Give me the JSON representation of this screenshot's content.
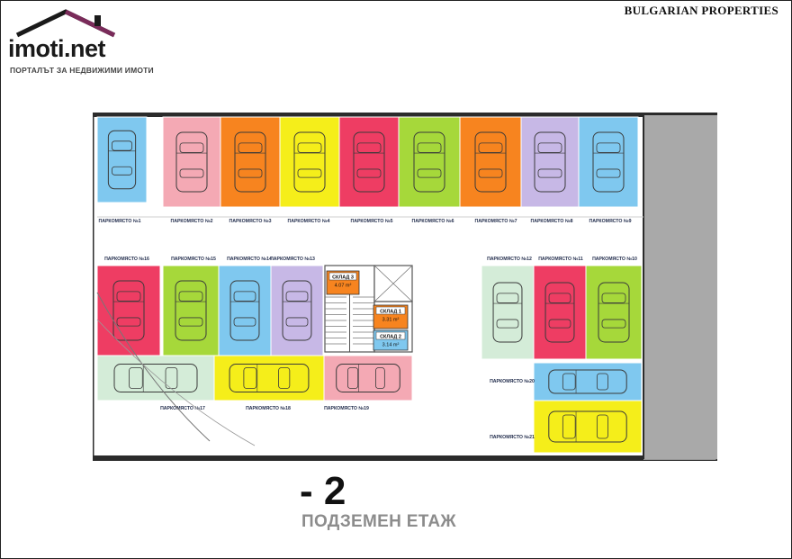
{
  "brand": {
    "logo_text": "imoti.net",
    "tagline": "ПОРТАЛЪТ ЗА НЕДВИЖИМИ ИМОТИ",
    "right_label": "BULGARIAN PROPERTIES",
    "accent_color": "#c0392b"
  },
  "floor": {
    "number": "- 2",
    "title": "ПОДЗЕМЕН ЕТАЖ"
  },
  "spots": [
    {
      "label": "ПАРКОМЯСТО №1",
      "color": "#7fc8ef"
    },
    {
      "label": "ПАРКОМЯСТО №2",
      "color": "#f4a9b4"
    },
    {
      "label": "ПАРКОМЯСТО №3",
      "color": "#f7841f"
    },
    {
      "label": "ПАРКОМЯСТО №4",
      "color": "#f5ee1a"
    },
    {
      "label": "ПАРКОМЯСТО №5",
      "color": "#ee3d63"
    },
    {
      "label": "ПАРКОМЯСТО №6",
      "color": "#a6d83a"
    },
    {
      "label": "ПАРКОМЯСТО №7",
      "color": "#f7841f"
    },
    {
      "label": "ПАРКОМЯСТО №8",
      "color": "#c7b8e6"
    },
    {
      "label": "ПАРКОМЯСТО №9",
      "color": "#7fc8ef"
    },
    {
      "label": "ПАРКОМЯСТО №10",
      "color": "#a6d83a"
    },
    {
      "label": "ПАРКОМЯСТО №11",
      "color": "#ee3d63"
    },
    {
      "label": "ПАРКОМЯСТО №12",
      "color": "#d4ecd8"
    },
    {
      "label": "ПАРКОМЯСТО №13",
      "color": "#c7b8e6"
    },
    {
      "label": "ПАРКОМЯСТО №14",
      "color": "#7fc8ef"
    },
    {
      "label": "ПАРКОМЯСТО №15",
      "color": "#a6d83a"
    },
    {
      "label": "ПАРКОМЯСТО №16",
      "color": "#ee3d63"
    },
    {
      "label": "ПАРКОМЯСТО №17",
      "color": "#d4ecd8"
    },
    {
      "label": "ПАРКОМЯСТО №18",
      "color": "#f5ee1a"
    },
    {
      "label": "ПАРКОМЯСТО №19",
      "color": "#f4a9b4"
    },
    {
      "label": "ПАРКОМЯСТО №20",
      "color": "#7fc8ef"
    },
    {
      "label": "ПАРКОМЯСТО №21",
      "color": "#f5ee1a"
    }
  ],
  "storages": [
    {
      "label": "СКЛАД 3",
      "area": "4.07 m²",
      "color": "#f7841f"
    },
    {
      "label": "СКЛАД 1",
      "area": "3.31 m²",
      "color": "#f7841f"
    },
    {
      "label": "СКЛАД 2",
      "area": "3.14 m²",
      "color": "#7fc8ef"
    }
  ]
}
